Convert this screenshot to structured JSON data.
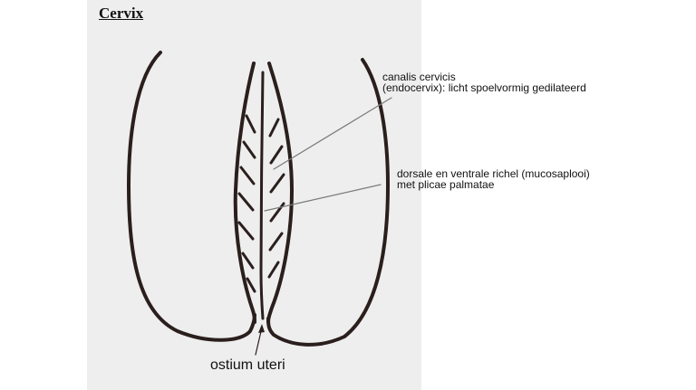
{
  "title": "Cervix",
  "labels": {
    "canalis": {
      "line1": "canalis cervicis",
      "line2": "(endocervix): licht spoelvormig gedilateerd"
    },
    "richel": {
      "line1": "dorsale en ventrale richel (mucosaplooi)",
      "line2": "met plicae palmatae"
    },
    "ostium": "ostium uteri"
  },
  "colors": {
    "stroke": "#2a1f1d",
    "leader": "#7a7a7a",
    "panel": "#eeeeee"
  }
}
